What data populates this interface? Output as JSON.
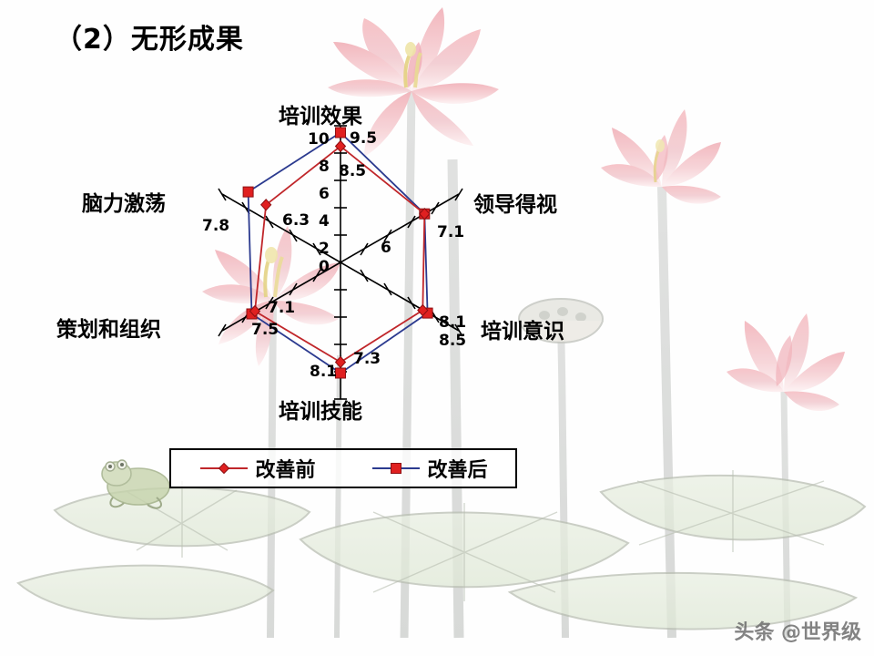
{
  "slide": {
    "title": "（2）无形成果",
    "watermark": "头条 @世界级"
  },
  "legend": {
    "items": [
      {
        "label": "改善前",
        "color": "#c0262a",
        "marker": "diamond"
      },
      {
        "label": "改善后",
        "color": "#2b3a8f",
        "marker": "square"
      }
    ]
  },
  "axis_ticks": {
    "vertical": [
      "10",
      "8",
      "6",
      "4",
      "2",
      "0"
    ],
    "diagonal": [
      "6"
    ]
  },
  "chart_data": {
    "type": "radar",
    "title": "",
    "categories": [
      "培训效果",
      "领导得视",
      "培训意识",
      "培训技能",
      "策划和组织",
      "脑力激荡"
    ],
    "series": [
      {
        "name": "改善前",
        "color": "#c0262a",
        "marker": "diamond",
        "values": [
          8.5,
          7.1,
          8.1,
          7.3,
          7.1,
          6.3
        ]
      },
      {
        "name": "改善后",
        "color": "#2b3a8f",
        "marker": "square",
        "values": [
          9.5,
          7.1,
          8.5,
          8.1,
          7.5,
          7.8
        ]
      }
    ],
    "value_labels": {
      "培训效果": [
        "9.5",
        "8.5"
      ],
      "领导得视": [
        "7.1"
      ],
      "培训意识": [
        "8.1",
        "8.5"
      ],
      "培训技能": [
        "8.1",
        "7.3"
      ],
      "策划和组织": [
        "7.1",
        "7.5"
      ],
      "脑力激荡": [
        "7.8",
        "6.3"
      ]
    },
    "rmin": 0,
    "rmax": 10,
    "grid": false,
    "legend_position": "bottom"
  }
}
